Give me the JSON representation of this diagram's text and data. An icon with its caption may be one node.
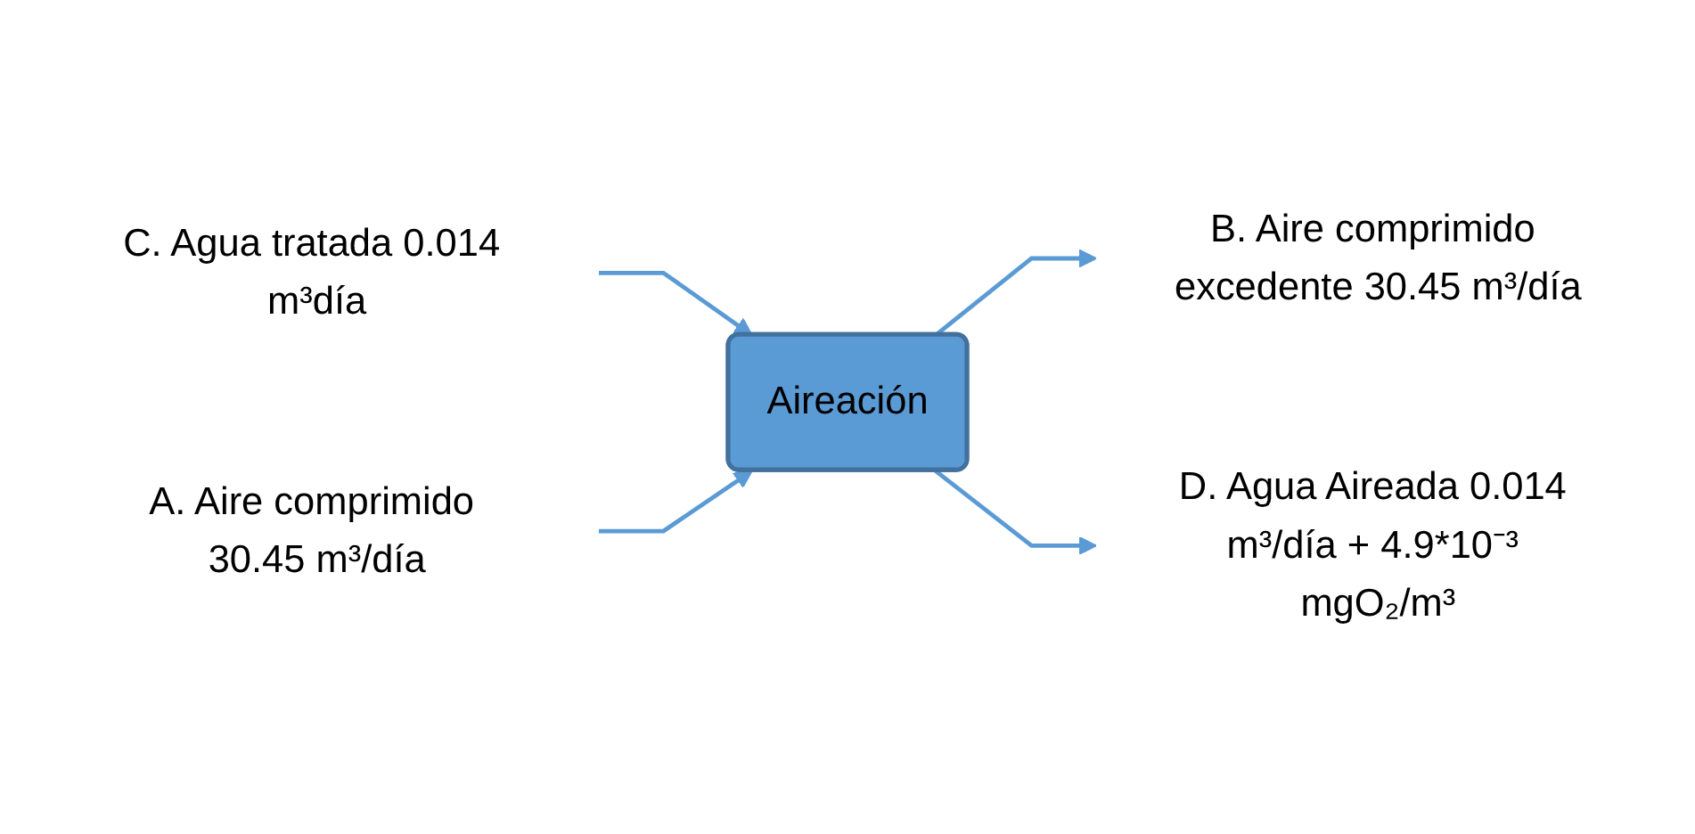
{
  "diagram": {
    "nodes": [
      {
        "text": [
          "B. Aire comprimido excedente 30.45 m³/día"
        ]
      },
      {
        "text": [
          "C. Agua tratada 0.014 m³día"
        ]
      },
      {
        "text": [
          "Aireación"
        ]
      },
      {
        "text": [
          "D. Agua Aireada 0.014 m³/día + 4.9*10⁻³ mgO₂/m³"
        ]
      },
      {
        "text": [
          "A. Aire comprimido 30.45 m³/día"
        ]
      }
    ],
    "edges": [
      {
        "from": 2,
        "to": 0,
        "arrow": "to"
      },
      {
        "from": 1,
        "to": 2,
        "arrow": "to"
      },
      {
        "from": 2,
        "to": 3,
        "arrow": "to"
      },
      {
        "from": 4,
        "to": 2,
        "arrow": "to"
      }
    ]
  }
}
